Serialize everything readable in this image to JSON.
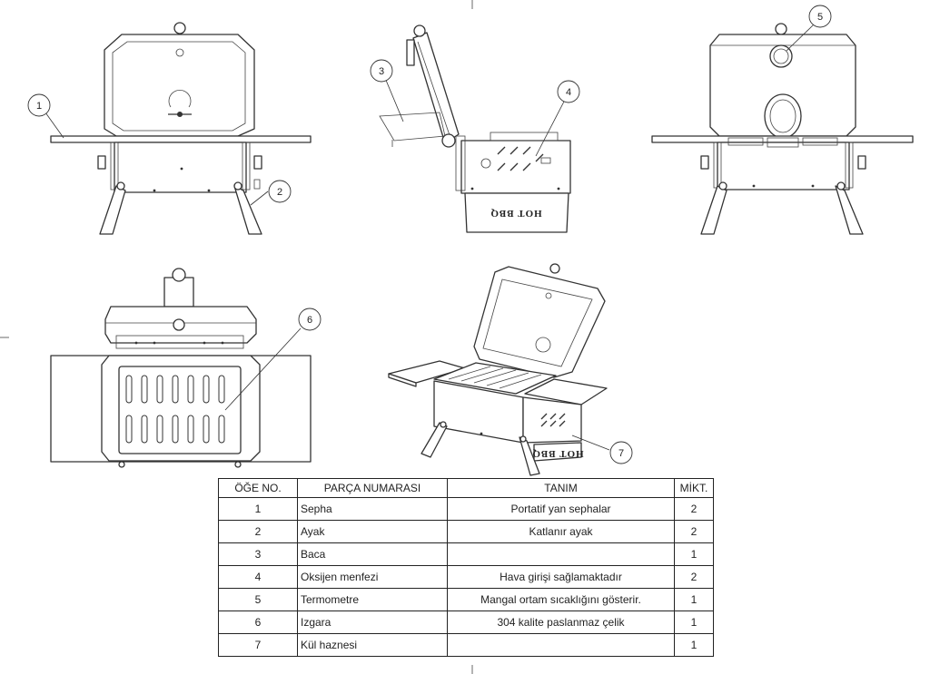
{
  "balloons": [
    {
      "number": "1",
      "part_ref": "Sepha"
    },
    {
      "number": "2",
      "part_ref": "Ayak"
    },
    {
      "number": "3",
      "part_ref": "Baca"
    },
    {
      "number": "4",
      "part_ref": "Oksijen menfezi"
    },
    {
      "number": "5",
      "part_ref": "Termometre"
    },
    {
      "number": "6",
      "part_ref": "Izgara"
    },
    {
      "number": "7",
      "part_ref": "Kül haznesi"
    }
  ],
  "logo_text": "HOT BBQ",
  "bom_table": {
    "headers": [
      "ÖĞE NO.",
      "PARÇA NUMARASI",
      "TANIM",
      "MİKT."
    ],
    "rows": [
      {
        "item": "1",
        "part": "Sepha",
        "description": "Portatif yan sephalar",
        "qty": "2"
      },
      {
        "item": "2",
        "part": "Ayak",
        "description": "Katlanır ayak",
        "qty": "2"
      },
      {
        "item": "3",
        "part": "Baca",
        "description": "",
        "qty": "1"
      },
      {
        "item": "4",
        "part": "Oksijen menfezi",
        "description": "Hava girişi sağlamaktadır",
        "qty": "2"
      },
      {
        "item": "5",
        "part": "Termometre",
        "description": "Mangal ortam sıcaklığını gösterir.",
        "qty": "1"
      },
      {
        "item": "6",
        "part": "Izgara",
        "description": "304 kalite paslanmaz çelik",
        "qty": "1"
      },
      {
        "item": "7",
        "part": "Kül haznesi",
        "description": "",
        "qty": "1"
      }
    ]
  }
}
